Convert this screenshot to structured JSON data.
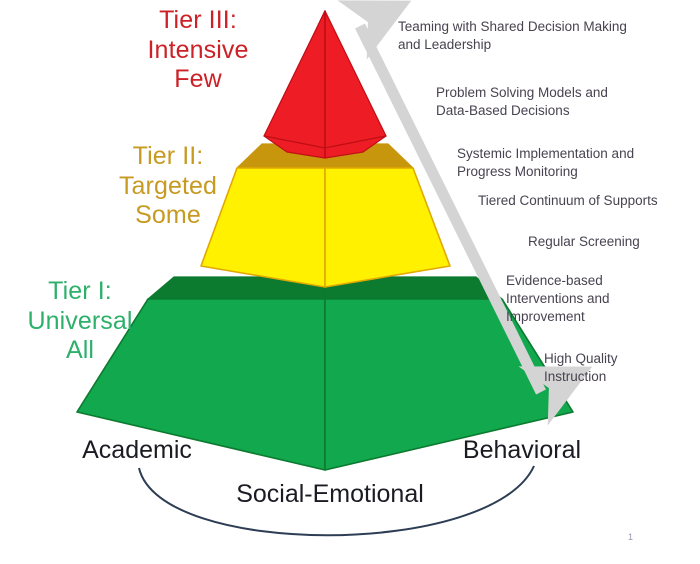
{
  "title": "MTSS Multi-Tiered System of Supports Pyramid",
  "tiers": [
    {
      "id": "tier-3",
      "label": "Tier III:\nIntensive\nFew",
      "color": "#cc2127",
      "face_color": "#ee1c25",
      "cap_color": "#c8960c"
    },
    {
      "id": "tier-2",
      "label": "Tier II:\nTargeted\nSome",
      "color": "#c79a21",
      "face_color": "#fff100",
      "cap_color": "#c8960c"
    },
    {
      "id": "tier-1",
      "label": "Tier I:\nUniversal\nAll",
      "color": "#2eb06b",
      "face_color": "#11a84e",
      "cap_color": "#0c7a2f"
    }
  ],
  "components": [
    "Teaming with Shared Decision Making\nand Leadership",
    "Problem Solving Models and\nData-Based Decisions",
    "Systemic Implementation and\nProgress Monitoring",
    "Tiered Continuum of Supports",
    "Regular Screening",
    "Evidence-based\nInterventions and\nImprovement",
    "High Quality\nInstruction"
  ],
  "domains": {
    "academic": "Academic",
    "behavioral": "Behavioral",
    "social_emotional": "Social-Emotional"
  },
  "arrow": {
    "name": "double-headed-gray-arrow",
    "color": "#d4d4d4"
  },
  "arc": {
    "name": "domain-connector-arc",
    "color": "#2c3d54"
  },
  "page_number": "1",
  "colors": {
    "background": "#ffffff",
    "red": "#ee1c25",
    "red_dark": "#c10f16",
    "yellow": "#fff100",
    "yellow_dark": "#c8960c",
    "green": "#11a84e",
    "green_dark": "#0c7a2f",
    "text": "#484350",
    "domain_text": "#1b1b24"
  }
}
